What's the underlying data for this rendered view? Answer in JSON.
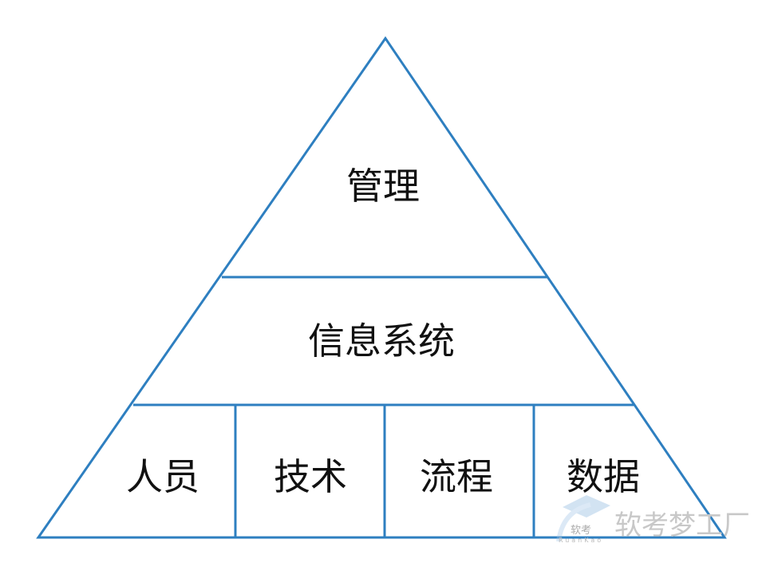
{
  "diagram": {
    "top_layer": "管理",
    "middle_layer": "信息系统",
    "base_layer": [
      "人员",
      "技术",
      "流程",
      "数据"
    ],
    "line_color": "#2e7fc0",
    "text_color": "#111111"
  },
  "watermark": {
    "brand": "软考梦工厂",
    "logo_text": "软考",
    "logo_subtext": "RuanKao"
  }
}
